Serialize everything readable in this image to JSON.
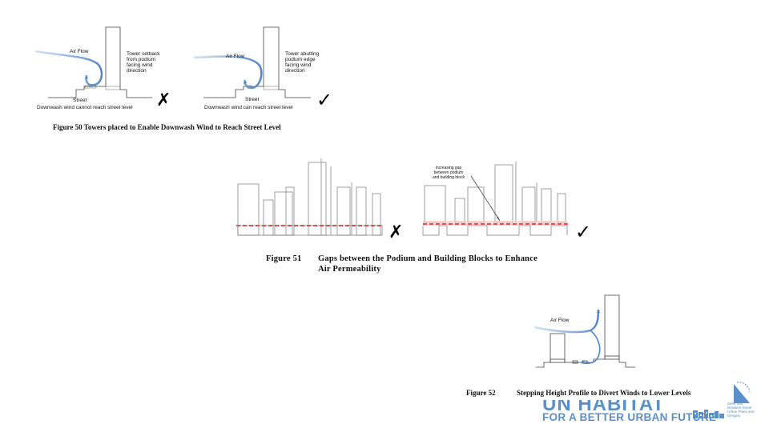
{
  "figure50": {
    "left": {
      "air_flow": "Air Flow",
      "note": "Tower setback\nfrom podium\nfacing wind\ndirection",
      "street": "Street",
      "caption": "Downwash wind cannot reach street level",
      "verdict": "✗"
    },
    "right": {
      "air_flow": "Air Flow",
      "note": "Tower abutting\npodium edge\nfacing wind\ndirection",
      "street": "Street",
      "caption": "Downwash wind can reach street level",
      "verdict": "✓"
    },
    "title": "Figure 50 Towers placed to Enable Downwash Wind to Reach Street Level"
  },
  "figure51": {
    "annotation": "increasing gap\nbetween podium\nand building block",
    "verdict_bad": "✗",
    "verdict_good": "✓",
    "label": "Figure 51",
    "title_line1": "Gaps between the Podium and Building Blocks to Enhance",
    "title_line2": "Air Permeability"
  },
  "figure52": {
    "air_flow": "Air Flow",
    "label": "Figure 52",
    "title": "Stepping Height Profile to Divert Winds to Lower Levels"
  },
  "footer": {
    "logo_text": "UN HABITAT",
    "tagline": "FOR A BETTER URBAN FUTURE",
    "partner_text": "Safer and Resilient Smart Urban Plans and Designs"
  },
  "colors": {
    "air_flow": "#4f86c6",
    "dashed_line": "#e05050",
    "un_blue": "#5a8fc9"
  }
}
